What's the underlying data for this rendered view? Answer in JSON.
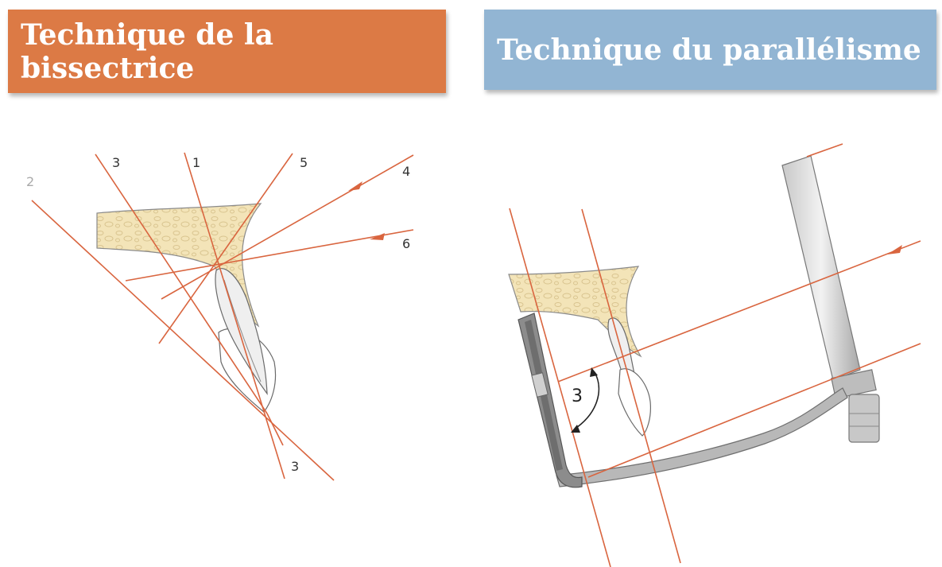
{
  "titles": {
    "left": "Technique de la bissectrice",
    "right": "Technique du parallélisme"
  },
  "colors": {
    "left_title_bg": "#dc7a45",
    "right_title_bg": "#92b5d3",
    "ray_line": "#d9653f",
    "bone": "#f3e4b8",
    "instrument": "#9a9a9a"
  },
  "bisecting_labels": {
    "line_1": "1",
    "line_2": "2",
    "line_3_top": "3",
    "line_3_bottom": "3",
    "line_4": "4",
    "line_5": "5",
    "line_6": "6"
  },
  "parallel_labels": {
    "angle": "3"
  }
}
